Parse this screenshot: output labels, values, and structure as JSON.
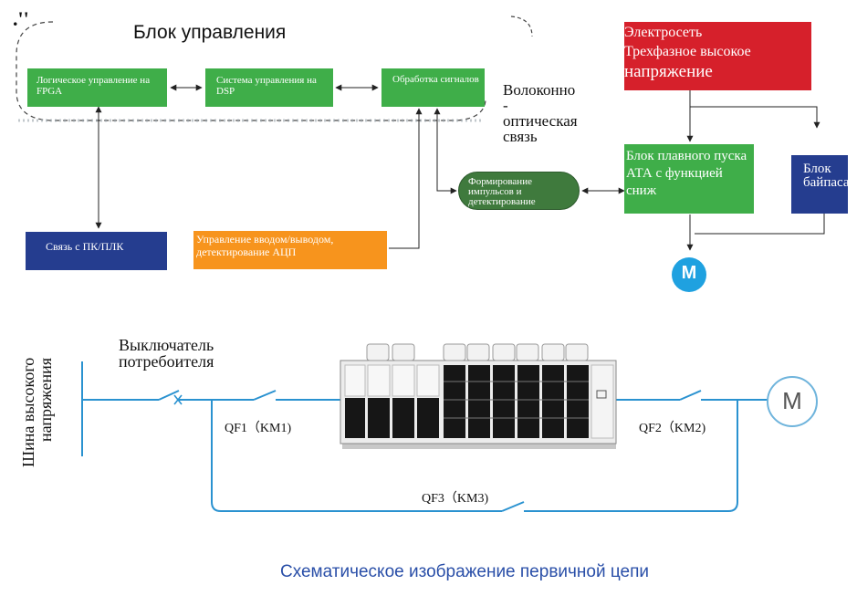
{
  "control_block": {
    "title": "Блок управления",
    "fpga": "Логическое управление на FPGA",
    "dsp": "Система управления на DSP",
    "signal": "Обработка сигналов"
  },
  "fiber": {
    "line1": "Волоконно",
    "line2": "-",
    "line3": "оптическая",
    "line4": "связь"
  },
  "pulse": "Формирование импульсов и детектирование",
  "pc_plc": "Связь с ПК/ПЛК",
  "io": "Управление вводом/выводом, детектирование АЦП",
  "grid": {
    "line1": "Электросеть",
    "line2": "Трехфазное высокое",
    "line3": "напряжение"
  },
  "softstart": "Блок плавного пуска АТА с функцией сниж",
  "bypass": "Блок байпаса",
  "motor_label": "M",
  "primary": {
    "bus": "Шина высокого напряжения",
    "switch": "Выключатель потребоителя",
    "qf1": "QF1（KM1)",
    "qf2": "QF2（KM2)",
    "qf3": "QF3（KM3)",
    "motor": "M"
  },
  "caption": "Схематическое изображение первичной цепи",
  "colors": {
    "green": "#3fae49",
    "dark_green": "#3f7a3d",
    "navy": "#253d8f",
    "orange": "#f7941d",
    "red": "#d6202b",
    "cyan": "#1fa1e0",
    "line_blue": "#2a92d0",
    "caption": "#2a4fa8"
  }
}
